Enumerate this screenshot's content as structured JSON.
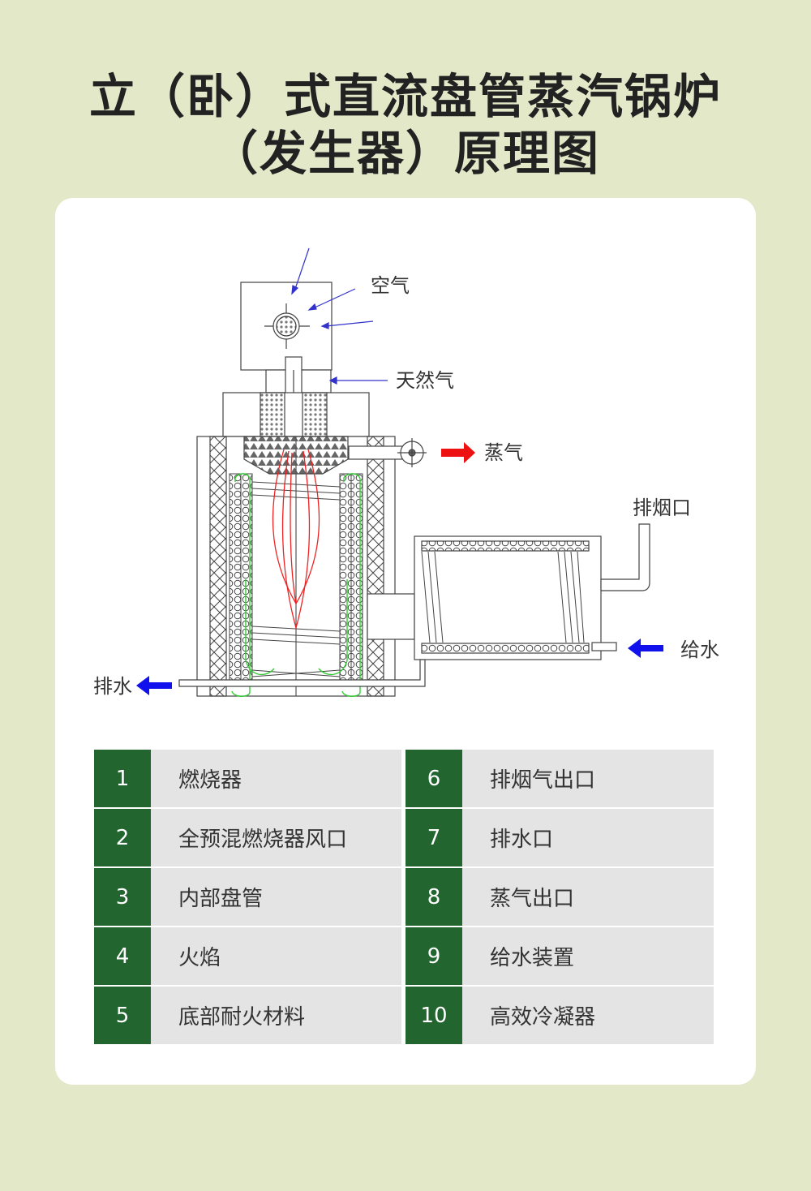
{
  "title": {
    "line1": "立（卧）式直流盘管蒸汽锅炉",
    "line2": "（发生器）原理图"
  },
  "diagram": {
    "labels": {
      "air": "空气",
      "natural_gas": "天然气",
      "steam": "蒸气",
      "flue_outlet": "排烟口",
      "water_supply": "给水",
      "drain": "排水"
    },
    "colors": {
      "inflow_arrow": "#3333cc",
      "steam_arrow": "#ee1111",
      "water_arrow": "#1111ee",
      "flame": "#ee2222",
      "flow_line": "#33cc33"
    }
  },
  "legend": {
    "left": [
      {
        "num": "1",
        "text": "燃烧器"
      },
      {
        "num": "2",
        "text": "全预混燃烧器风口"
      },
      {
        "num": "3",
        "text": "内部盘管"
      },
      {
        "num": "4",
        "text": "火焰"
      },
      {
        "num": "5",
        "text": "底部耐火材料"
      }
    ],
    "right": [
      {
        "num": "6",
        "text": "排烟气出口"
      },
      {
        "num": "7",
        "text": "排水口"
      },
      {
        "num": "8",
        "text": "蒸气出口"
      },
      {
        "num": "9",
        "text": "给水装置"
      },
      {
        "num": "10",
        "text": "高效冷凝器"
      }
    ],
    "colors": {
      "num_bg": "#22652f",
      "text_bg": "#e4e4e4"
    }
  }
}
